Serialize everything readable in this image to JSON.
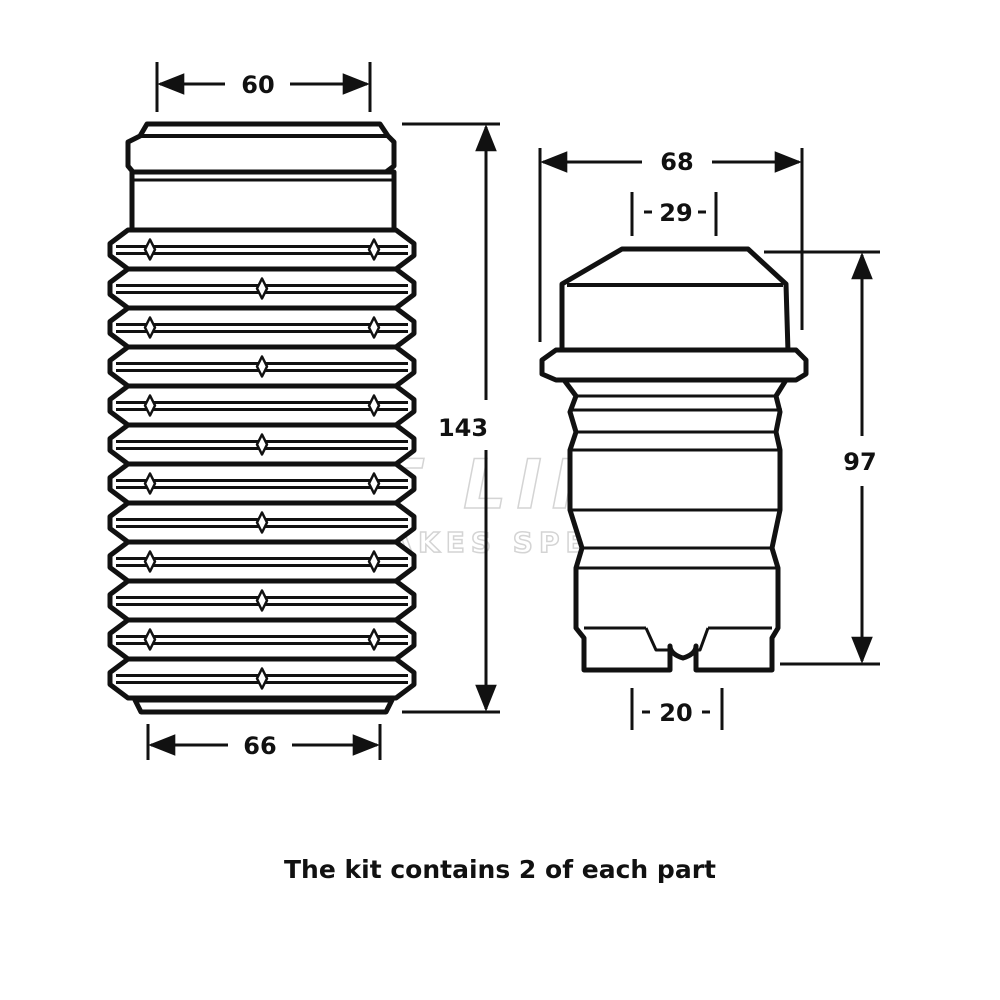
{
  "watermark": {
    "brand": "FIRST LINE",
    "tagline": "THE ALL MAKES SPECIALIST"
  },
  "gaiter": {
    "top_width": "60",
    "bottom_width": "66",
    "height": "143"
  },
  "bump_stop": {
    "overall_width": "68",
    "top_width": "29",
    "bottom_width": "20",
    "height": "97"
  },
  "caption": "The kit contains 2 of each part",
  "colors": {
    "ink": "#111111",
    "part_fill": "#ffffff",
    "watermark": "#d4d4d4"
  }
}
